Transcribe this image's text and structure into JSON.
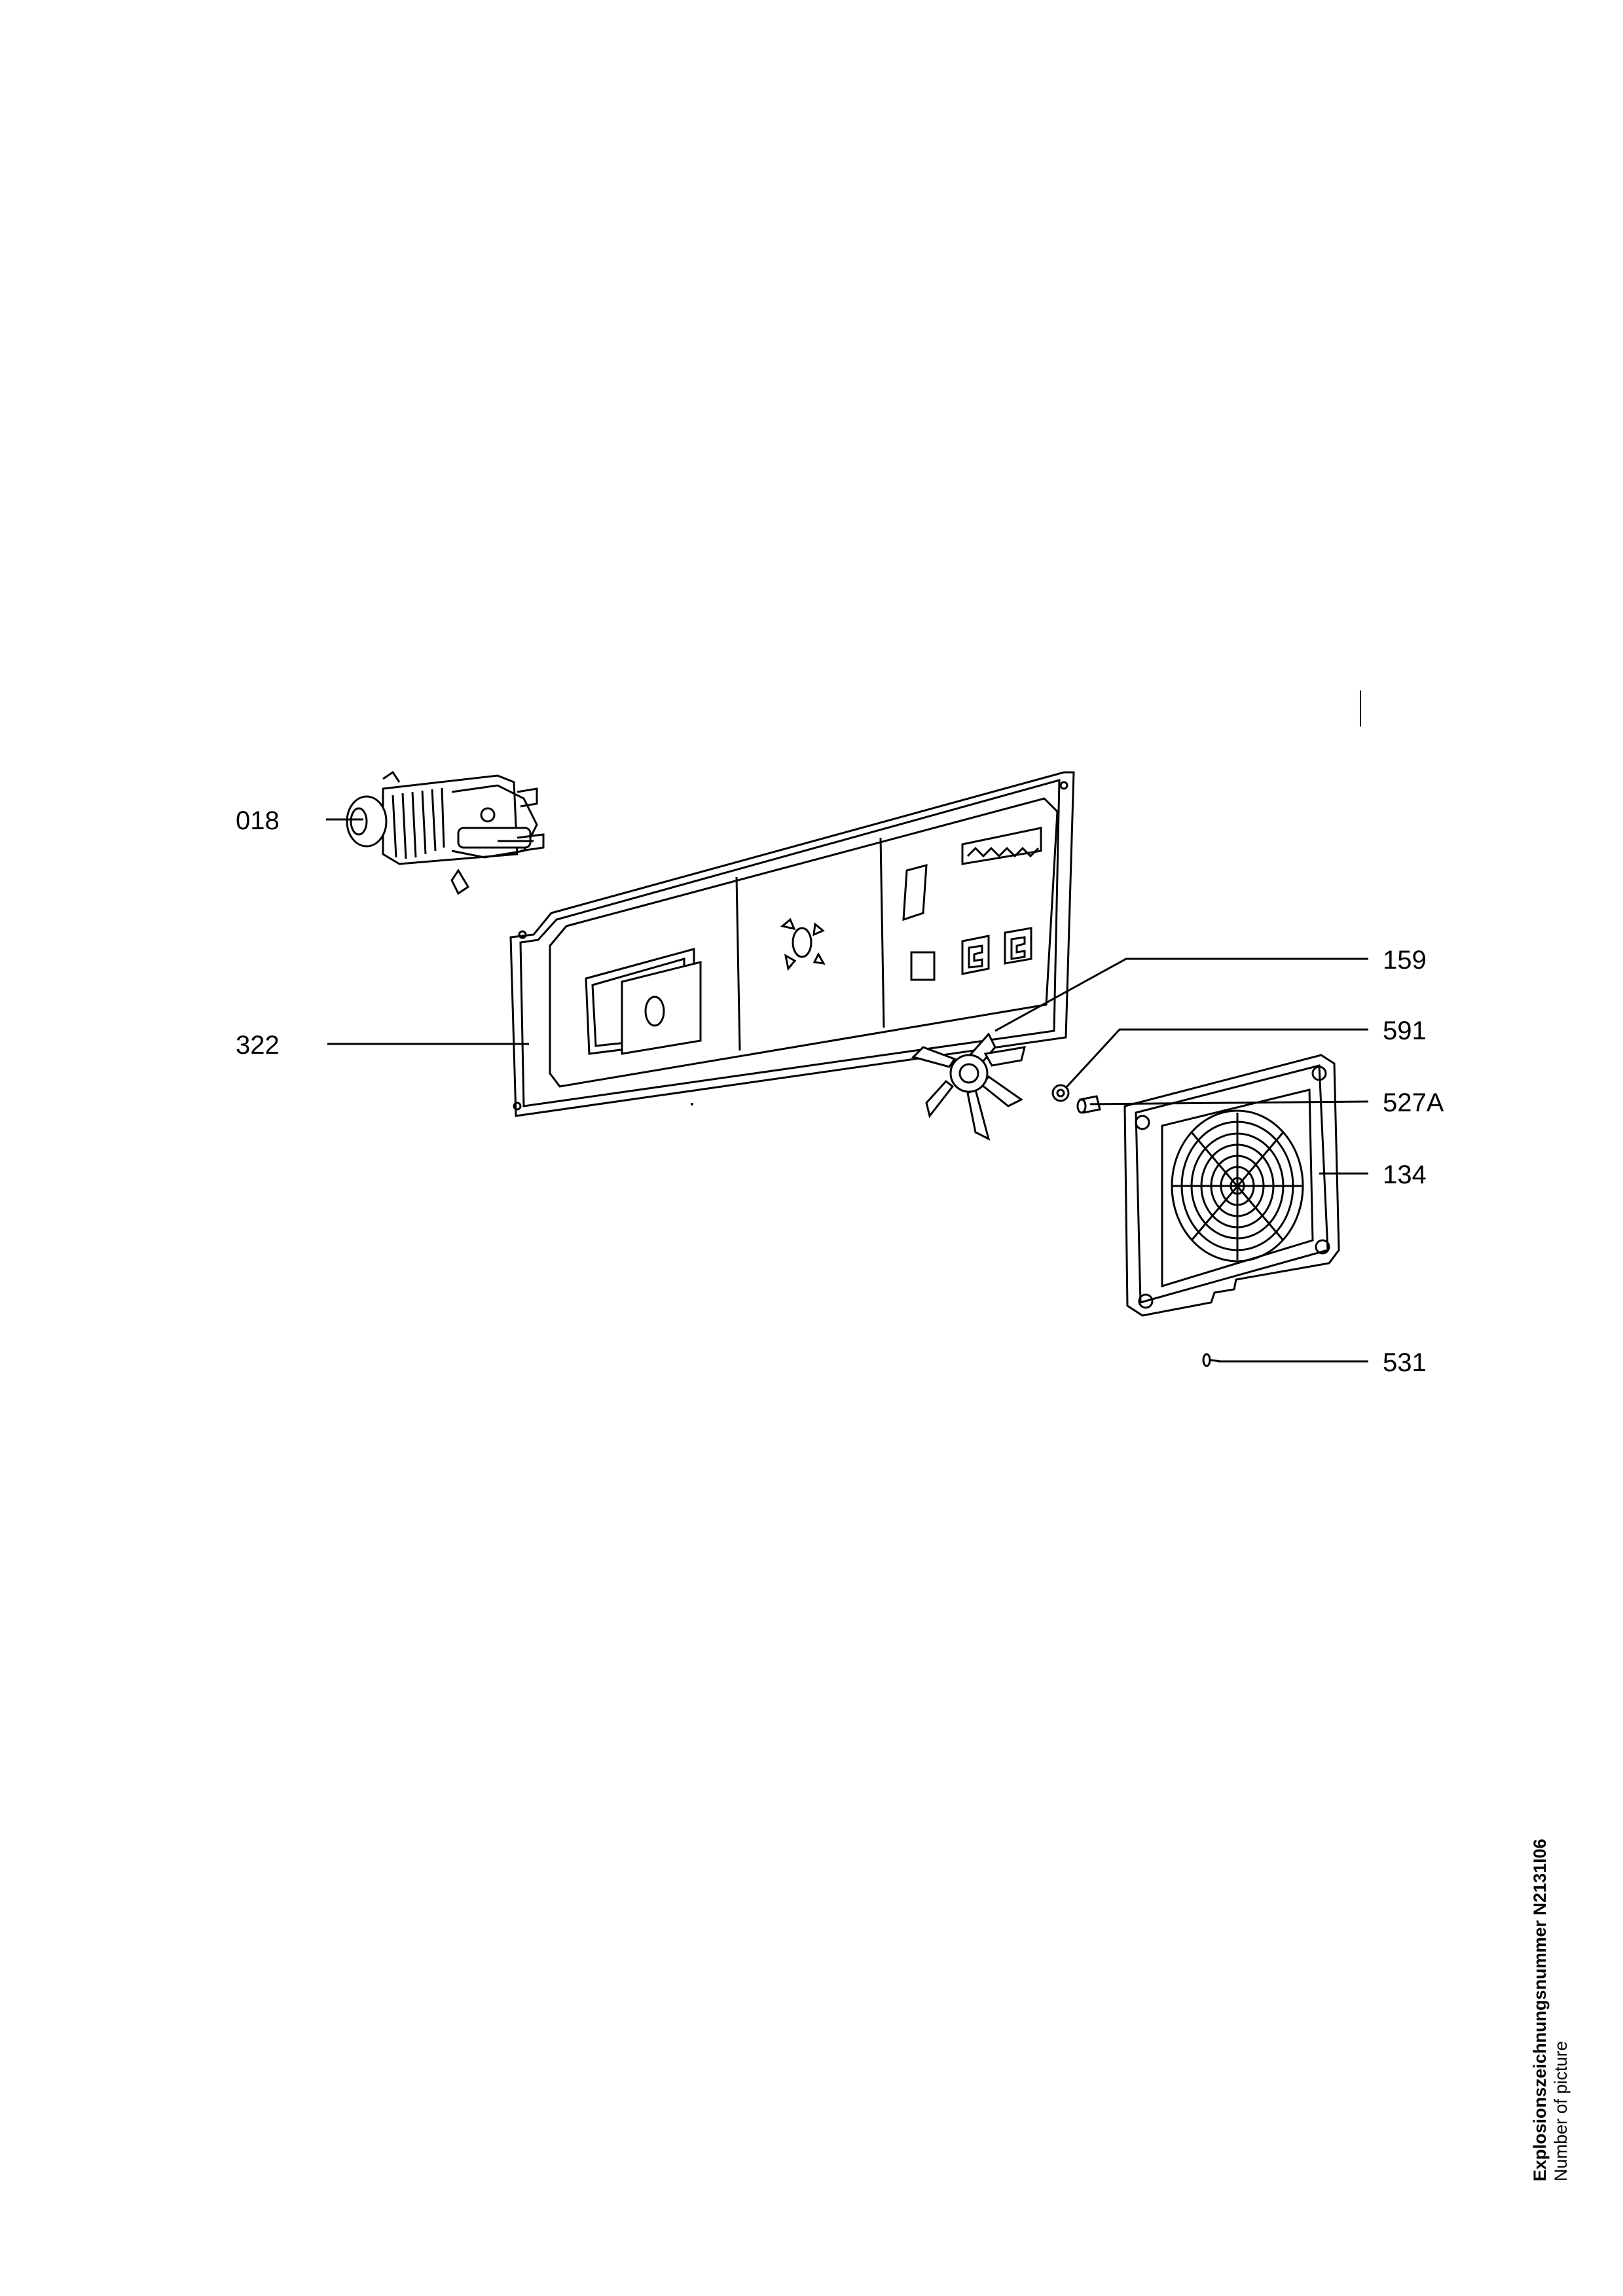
{
  "diagram": {
    "part_labels": {
      "p018": "018",
      "p322": "322",
      "p159": "159",
      "p591": "591",
      "p527A": "527A",
      "p134": "134",
      "p531": "531"
    },
    "picture_number_title": "Explosionszeichnungsnummer N2131I06",
    "picture_number_caption": "Number of picture"
  }
}
